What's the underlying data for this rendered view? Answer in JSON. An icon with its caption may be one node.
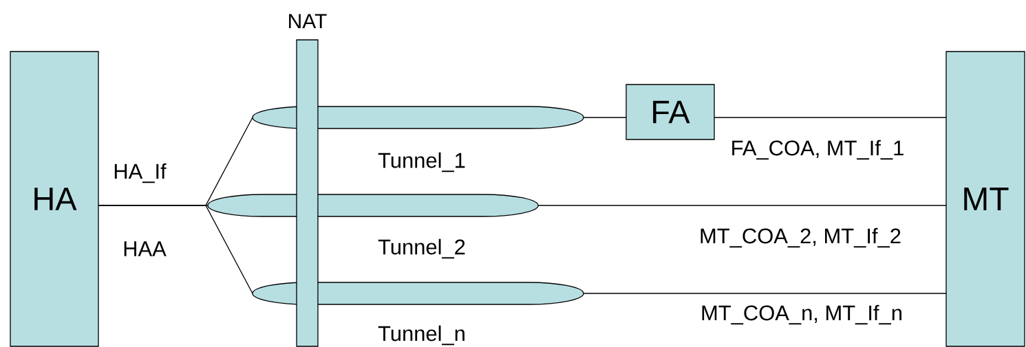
{
  "diagram": {
    "nodes": [
      {
        "text": [
          "HA"
        ]
      },
      {
        "text": [
          "NAT"
        ]
      },
      {
        "text": [],
        "shape": "ellipse",
        "beside": [
          "Tunnel_1"
        ]
      },
      {
        "text": [],
        "shape": "ellipse",
        "beside": [
          "Tunnel_2"
        ]
      },
      {
        "text": [],
        "shape": "ellipse",
        "beside": [
          "Tunnel_n"
        ]
      },
      {
        "text": [
          "FA"
        ]
      },
      {
        "text": [
          "MT"
        ]
      }
    ],
    "edges": [
      {
        "from": 0,
        "to": 2,
        "arrow": "none"
      },
      {
        "from": 0,
        "to": 3,
        "arrow": "none"
      },
      {
        "from": 0,
        "to": 4,
        "arrow": "none"
      },
      {
        "from": 2,
        "to": 5,
        "arrow": "none"
      },
      {
        "from": 5,
        "to": 6,
        "arrow": "none"
      },
      {
        "from": 3,
        "to": 6,
        "arrow": "none"
      },
      {
        "from": 4,
        "to": 6,
        "arrow": "none"
      }
    ],
    "labels": [
      "HA_If",
      "HAA",
      "FA_COA, MT_If_1",
      "MT_COA_2, MT_If_2",
      "MT_COA_n, MT_If_n"
    ]
  }
}
